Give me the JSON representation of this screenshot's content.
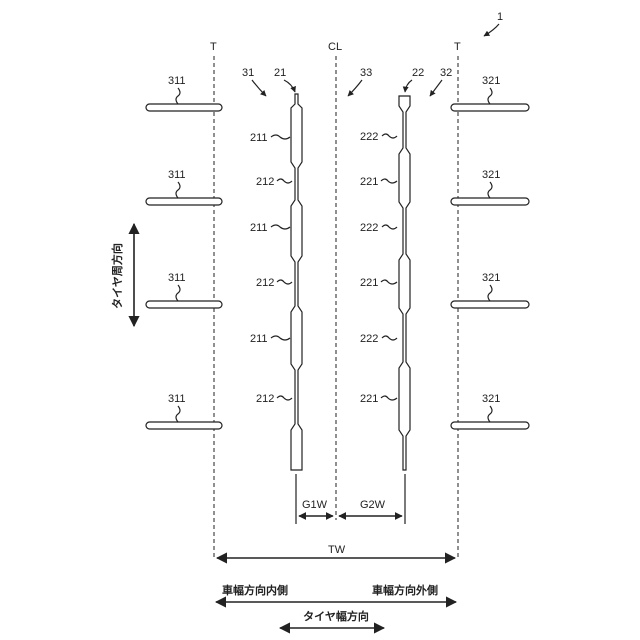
{
  "labels": {
    "figure_ref": "1",
    "tread_edge_left": "T",
    "tread_edge_right": "T",
    "centerline": "CL",
    "groove_left": "31",
    "groove_left_sub": "21",
    "groove_center_region": "33",
    "groove_right_sub": "22",
    "groove_right": "32",
    "left_sipe": "311",
    "right_sipe": "321",
    "wide_left": "211",
    "narrow_left": "212",
    "wide_right": "221",
    "narrow_right": "222",
    "g1w": "G1W",
    "g2w": "G2W",
    "tw": "TW",
    "circumferential": "タイヤ周方向",
    "inner_side": "車幅方向内側",
    "outer_side": "車幅方向外側",
    "tire_width_dir": "タイヤ幅方向"
  }
}
